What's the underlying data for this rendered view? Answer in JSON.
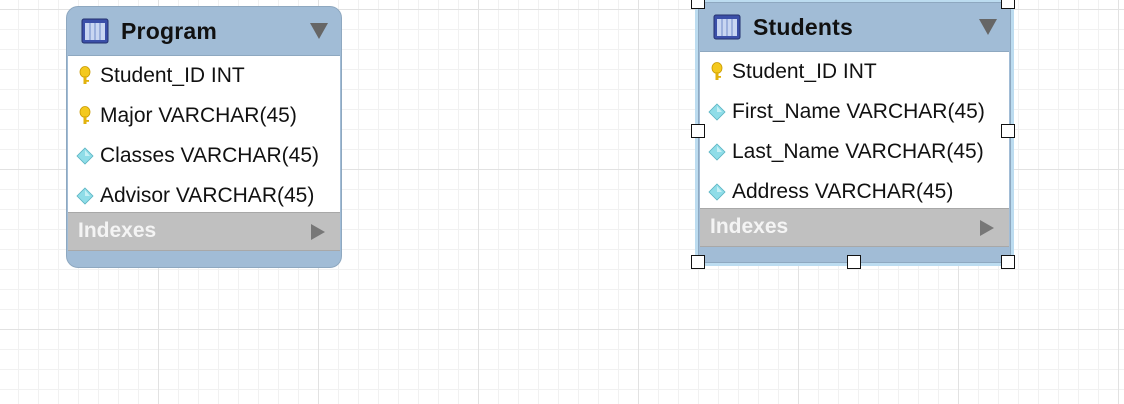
{
  "diagram": {
    "tables": [
      {
        "title": "Program",
        "columns": [
          {
            "label": "Student_ID INT",
            "icon": "primary-key-icon"
          },
          {
            "label": "Major VARCHAR(45)",
            "icon": "primary-key-icon"
          },
          {
            "label": "Classes VARCHAR(45)",
            "icon": "column-diamond-icon"
          },
          {
            "label": "Advisor VARCHAR(45)",
            "icon": "column-diamond-icon"
          }
        ],
        "indexes_label": "Indexes",
        "selected": false
      },
      {
        "title": "Students",
        "columns": [
          {
            "label": "Student_ID INT",
            "icon": "primary-key-icon"
          },
          {
            "label": "First_Name VARCHAR(45)",
            "icon": "column-diamond-icon"
          },
          {
            "label": "Last_Name VARCHAR(45)",
            "icon": "column-diamond-icon"
          },
          {
            "label": "Address VARCHAR(45)",
            "icon": "column-diamond-icon"
          }
        ],
        "indexes_label": "Indexes",
        "selected": true
      }
    ]
  },
  "colors": {
    "header_bg": "#a1bcd6",
    "indexes_bg": "#c0c0c0",
    "selection_outline": "#bcdcf0",
    "key_icon": "#f0c419",
    "diamond_icon": "#7fd3e0"
  }
}
